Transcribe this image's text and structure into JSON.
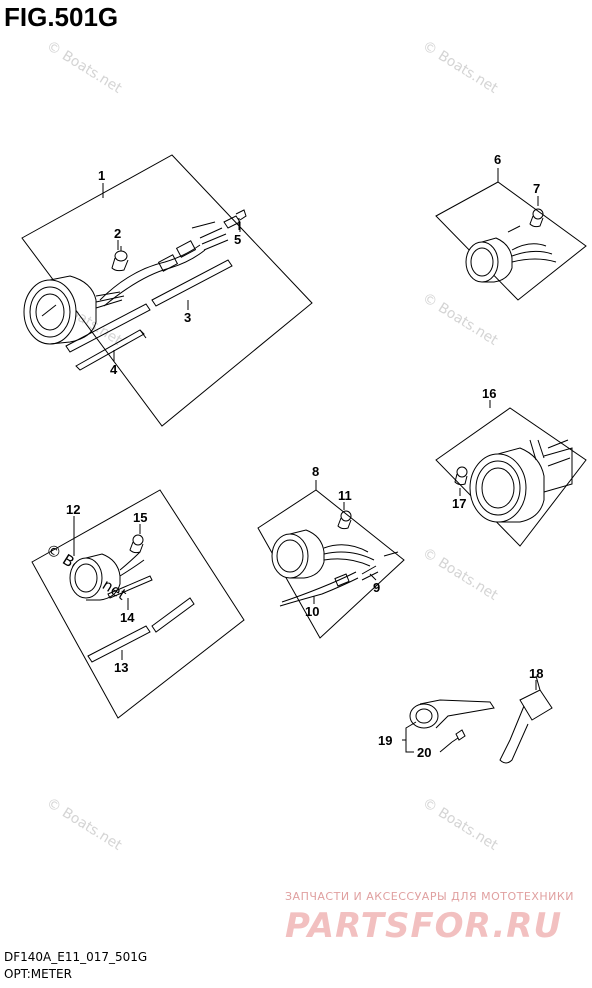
{
  "figure": {
    "title": "FIG.501G",
    "code": "DF140A_E11_017_501G",
    "name": "OPT:METER"
  },
  "watermark": {
    "text": "© Boats.net"
  },
  "advert": {
    "subtitle": "ЗАПЧАСТИ И АКСЕССУАРЫ ДЛЯ МОТОТЕХНИКИ",
    "brand": "PARTSFOR.RU",
    "color": "#f2c0c0"
  },
  "callouts": {
    "c1": "1",
    "c2": "2",
    "c3": "3",
    "c4": "4",
    "c5": "5",
    "c6": "6",
    "c7": "7",
    "c8": "8",
    "c9": "9",
    "c10": "10",
    "c11": "11",
    "c12": "12",
    "c13": "13",
    "c14": "14",
    "c15": "15",
    "c16": "16",
    "c17": "17",
    "c18": "18",
    "c19": "19",
    "c20": "20"
  }
}
